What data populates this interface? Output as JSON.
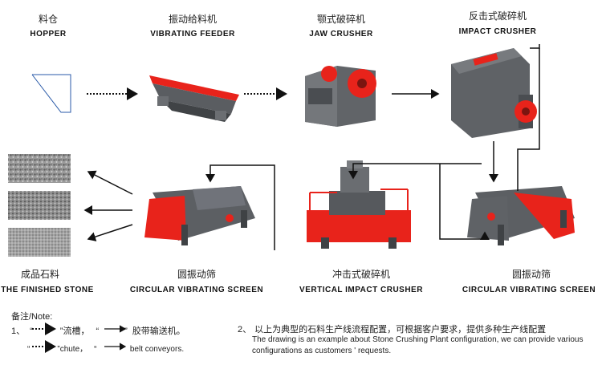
{
  "machines": {
    "hopper": {
      "zh": "料仓",
      "en": "HOPPER"
    },
    "feeder": {
      "zh": "振动给料机",
      "en": "VIBRATING  FEEDER"
    },
    "jaw": {
      "zh": "颚式破碎机",
      "en": "JAW  CRUSHER"
    },
    "impact": {
      "zh": "反击式破碎机",
      "en": "IMPACT CRUSHER"
    },
    "finished": {
      "zh": "成品石料",
      "en": "THE FINISHED STONE"
    },
    "screen_left": {
      "zh": "圆振动筛",
      "en": "CIRCULAR VIBRATING SCREEN"
    },
    "vertical": {
      "zh": "冲击式破碎机",
      "en": "VERTICAL IMPACT CRUSHER"
    },
    "screen_right": {
      "zh": "圆振动筛",
      "en": "CIRCULAR VIBRATING SCREEN"
    }
  },
  "notes": {
    "title": "备注/Note:",
    "n1_num": "1、",
    "q_open": "“",
    "q_close": "”",
    "chute_zh": "流槽，",
    "belt_zh": "胶带输送机。",
    "chute_en": "chute，",
    "belt_en": "belt conveyors.",
    "n2_num": "2、",
    "n2_zh": "以上为典型的石料生产线流程配置，可根据客户要求，提供多种生产线配置",
    "n2_en1": "The drawing is an example about Stone Crushing Plant configuration, we can provide various",
    "n2_en2": "configurations as customers ' requests."
  },
  "colors": {
    "machine_red": "#e8231b",
    "machine_grey": "#55585c",
    "arrow": "#111111"
  }
}
